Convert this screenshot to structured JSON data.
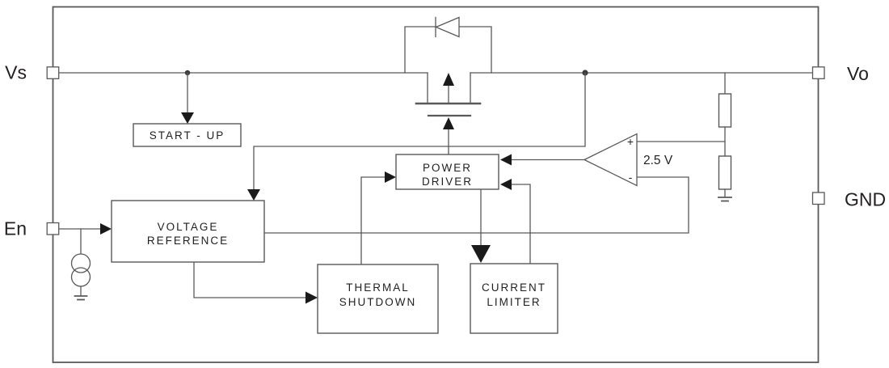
{
  "diagram": {
    "title": "ldo-regulator-block-diagram",
    "pins": {
      "vs": "Vs",
      "en": "En",
      "vo": "Vo",
      "gnd": "GND"
    },
    "blocks": {
      "startup": {
        "label": "START - UP"
      },
      "voltage_reference": {
        "line1": "VOLTAGE",
        "line2": "REFERENCE"
      },
      "power_driver": {
        "line1": "POWER",
        "line2": "DRIVER"
      },
      "thermal_shutdown": {
        "line1": "THERMAL",
        "line2": "SHUTDOWN"
      },
      "current_limiter": {
        "line1": "CURRENT",
        "line2": "LIMITER"
      }
    },
    "amplifier": {
      "reference_voltage": "2.5 V",
      "plus": "+",
      "minus": "-"
    },
    "colors": {
      "wire": "#58595b",
      "text": "#231f20",
      "arrow": "#1a1a1a",
      "background": "#ffffff"
    }
  }
}
